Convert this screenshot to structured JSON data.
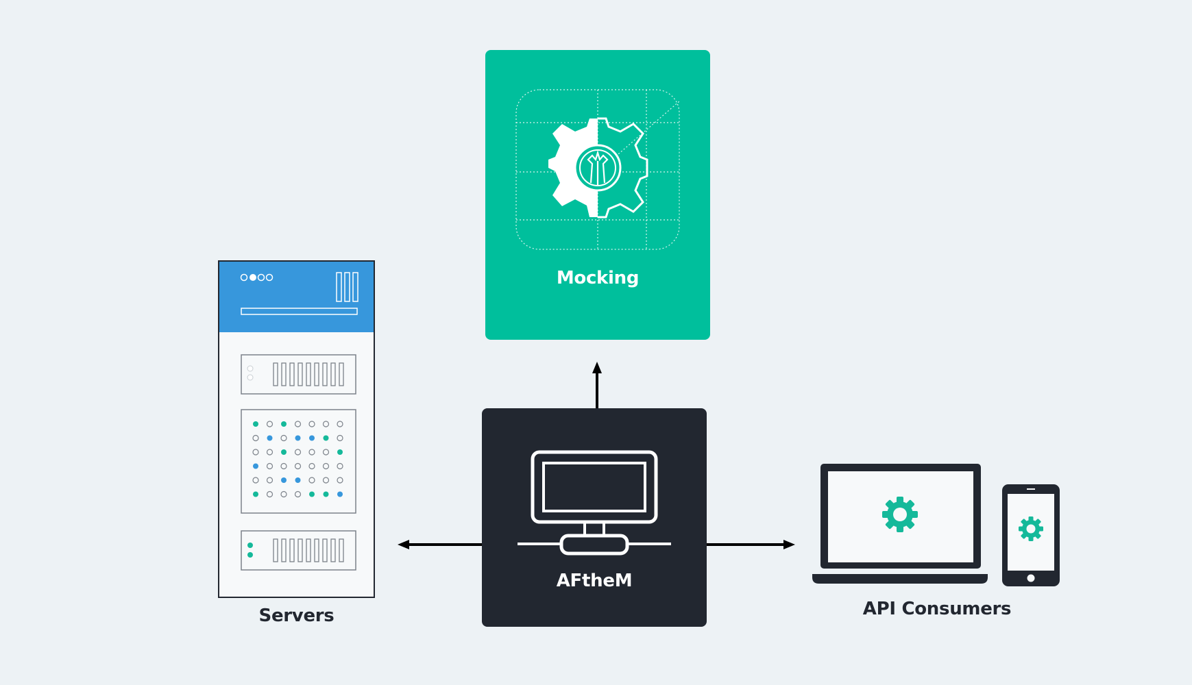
{
  "diagram": {
    "nodes": {
      "mocking": {
        "label": "Mocking",
        "color": "#00bf9c"
      },
      "aftem": {
        "label": "AFtheM",
        "color": "#222730"
      },
      "servers": {
        "label": "Servers",
        "header_color": "#3797dc"
      },
      "consumers": {
        "label": "API Consumers",
        "accent_color": "#15b99a"
      }
    },
    "edges": [
      {
        "from": "aftem",
        "to": "mocking"
      },
      {
        "from": "aftem",
        "to": "servers"
      },
      {
        "from": "aftem",
        "to": "consumers"
      }
    ],
    "colors": {
      "background": "#edf2f5",
      "device_dark": "#222730",
      "text_dark": "#222730",
      "arrow": "#000000"
    }
  }
}
